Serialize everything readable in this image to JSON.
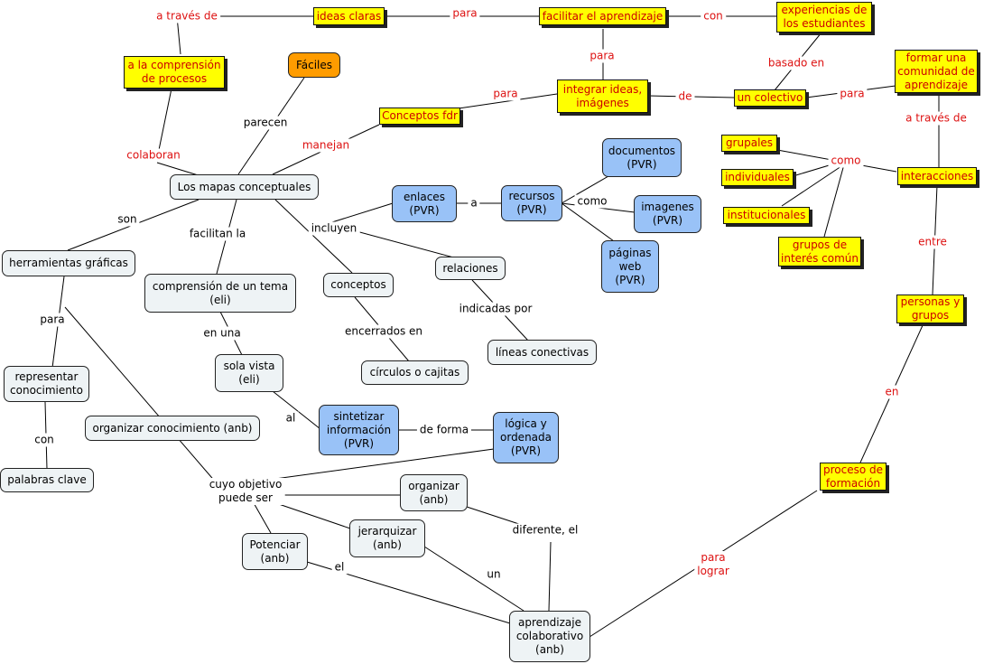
{
  "nodes": {
    "mapas": "Los mapas conceptuales",
    "faciles": "Fáciles",
    "herramientas": "herramientas gráficas",
    "representar": "representar\nconocimiento",
    "palabras": "palabras clave",
    "organizar_con": "organizar conocimiento (anb)",
    "comprension": "comprensión de un tema\n(eli)",
    "sola_vista": "sola vista\n(eli)",
    "sintetizar": "sintetizar\ninformación\n(PVR)",
    "logica": "lógica y\nordenada\n(PVR)",
    "conceptos": "conceptos",
    "circulos": "círculos o cajitas",
    "relaciones": "relaciones",
    "lineas": "líneas conectivas",
    "enlaces": "enlaces\n(PVR)",
    "recursos": "recursos\n(PVR)",
    "documentos": "documentos\n(PVR)",
    "imagenes": "imagenes\n(PVR)",
    "paginas": "páginas\nweb\n(PVR)",
    "organizar_anb": "organizar\n(anb)",
    "jerarquizar": "jerarquizar\n(anb)",
    "potenciar": "Potenciar\n(anb)",
    "aprendizaje": "aprendizaje\ncolaborativo\n(anb)",
    "comprension_proc": "a la comprensión\nde procesos",
    "ideas_claras": "ideas claras",
    "facilitar": "facilitar el aprendizaje",
    "experiencias": "experiencias de\nlos estudiantes",
    "integrar": "integrar ideas,\nimágenes",
    "conceptos_fdr": "Conceptos fdr",
    "colectivo": "un colectivo",
    "comunidad": "formar una\ncomunidad de\naprendizaje",
    "grupales": "grupales",
    "individuales": "individuales",
    "institucionales": "institucionales",
    "grupos_interes": "grupos de\ninterés común",
    "interacciones": "interacciones",
    "personas": "personas y\ngrupos",
    "proceso": "proceso de\nformación"
  },
  "labels": {
    "parecen": "parecen",
    "son": "son",
    "facilitan": "facilitan la",
    "incluyen": "incluyen",
    "para": "para",
    "con": "con",
    "en_una": "en una",
    "al": "al",
    "de_forma": "de forma",
    "encerrados": "encerrados en",
    "indicadas": "indicadas por",
    "a": "a",
    "como": "como",
    "cuyo": "cuyo objetivo\npuede ser",
    "diferente": "diferente, el",
    "un": "un",
    "el": "el",
    "colaboran": "colaboran",
    "a_traves_top": "a través de",
    "para_top": "para",
    "con_top": "con",
    "para_mid": "para",
    "basado": "basado en",
    "para_left": "para",
    "manejan": "manejan",
    "de": "de",
    "para_right": "para",
    "a_traves_right": "a través de",
    "como_right": "como",
    "entre": "entre",
    "en": "en",
    "para_lograr": "para\nlograr"
  }
}
